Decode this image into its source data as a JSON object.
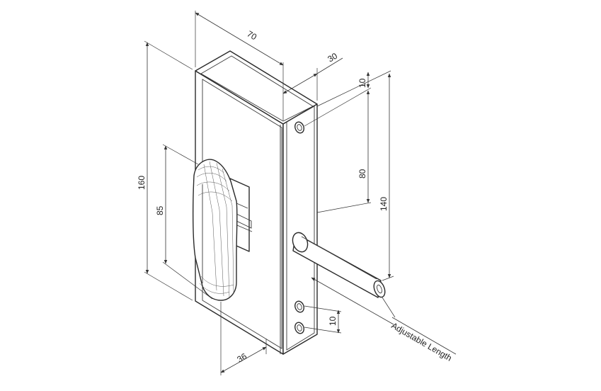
{
  "dimensions": {
    "width": "70",
    "depth": "30",
    "top_offset": "10",
    "hole_spacing": "80",
    "total_height": "160",
    "handle_height": "85",
    "spindle_height": "140",
    "bottom_offset": "10",
    "handle_offset": "36"
  },
  "labels": {
    "adjustable_length": "Adjustable Length"
  },
  "colors": {
    "line": "#2a2a2a",
    "background": "#ffffff"
  }
}
